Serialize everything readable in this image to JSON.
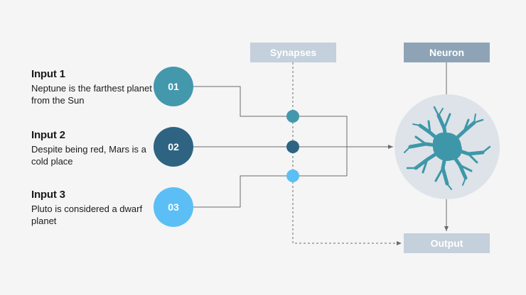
{
  "colors": {
    "input1": "#4398AC",
    "input2": "#2E6482",
    "input3": "#5BBFF5",
    "label_bg": "#C4D0DC",
    "neuron_label_bg": "#8EA4B6",
    "neuron": "#3E97A8",
    "wire": "#6b6b6b"
  },
  "inputs": [
    {
      "title": "Input 1",
      "description": "Neptune is the farthest planet from the Sun",
      "number": "01"
    },
    {
      "title": "Input 2",
      "description": "Despite being red, Mars is a cold place",
      "number": "02"
    },
    {
      "title": "Input 3",
      "description": "Pluto is considered a dwarf planet",
      "number": "03"
    }
  ],
  "labels": {
    "synapses": "Synapses",
    "neuron": "Neuron",
    "output": "Output"
  },
  "icons": {
    "neuron": "neuron-cell-icon"
  }
}
